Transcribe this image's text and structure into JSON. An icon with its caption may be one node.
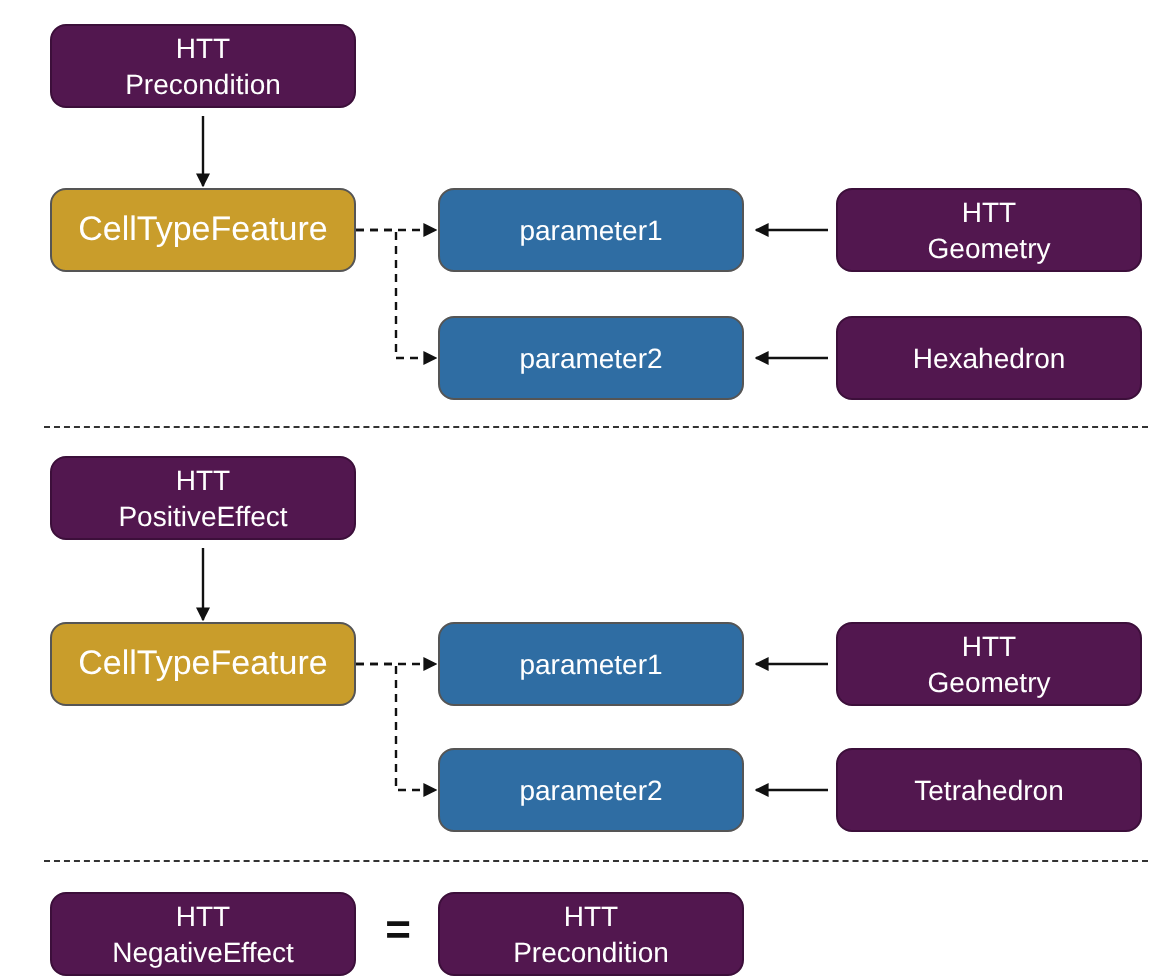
{
  "diagram": {
    "nodes": [
      {
        "text": [
          "HTT Precondition"
        ]
      },
      {
        "text": [
          "CellTypeFeature"
        ]
      },
      {
        "text": [
          "parameter1"
        ]
      },
      {
        "text": [
          "HTT Geometry"
        ]
      },
      {
        "text": [
          "parameter2"
        ]
      },
      {
        "text": [
          "Hexahedron"
        ]
      },
      {
        "text": [
          "HTT PositiveEffect"
        ]
      },
      {
        "text": [
          "CellTypeFeature"
        ]
      },
      {
        "text": [
          "parameter1"
        ]
      },
      {
        "text": [
          "HTT Geometry"
        ]
      },
      {
        "text": [
          "parameter2"
        ]
      },
      {
        "text": [
          "Tetrahedron"
        ]
      },
      {
        "text": [
          "HTT NegativeEffect"
        ]
      },
      {
        "text": [
          "HTT Precondition"
        ]
      }
    ],
    "edges": [
      {
        "from": 0,
        "to": 1,
        "arrow": "to"
      },
      {
        "from": 1,
        "to": 2,
        "arrow": "to",
        "style": "dashed"
      },
      {
        "from": 1,
        "to": 4,
        "arrow": "to",
        "style": "dashed"
      },
      {
        "from": 3,
        "to": 2,
        "arrow": "to"
      },
      {
        "from": 5,
        "to": 4,
        "arrow": "to"
      },
      {
        "from": 6,
        "to": 7,
        "arrow": "to"
      },
      {
        "from": 7,
        "to": 8,
        "arrow": "to",
        "style": "dashed"
      },
      {
        "from": 7,
        "to": 10,
        "arrow": "to",
        "style": "dashed"
      },
      {
        "from": 9,
        "to": 8,
        "arrow": "to"
      },
      {
        "from": 11,
        "to": 10,
        "arrow": "to"
      }
    ],
    "labels": [
      "="
    ]
  }
}
